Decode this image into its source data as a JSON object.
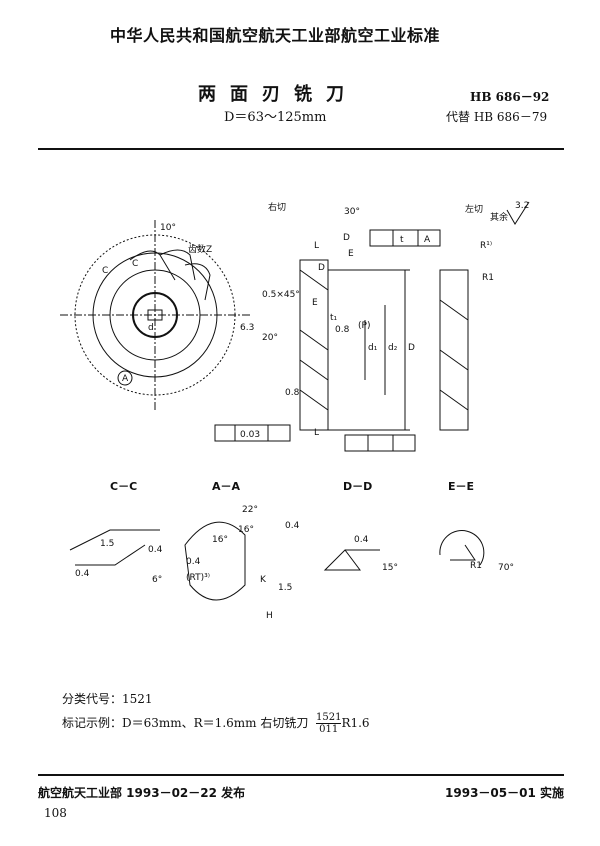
{
  "header": {
    "organization": "中华人民共和国航空航天工业部航空工业标准",
    "title": "两面刃铣刀",
    "subtitle": "D＝63～125mm",
    "standard_no": "HB 686－92",
    "replaces": "代替 HB 686－79"
  },
  "drawing": {
    "right_cut": "右切",
    "left_cut": "左切",
    "roughness_other": "其余",
    "roughness_other_value": "3.2",
    "teeth_label": "齿数Z",
    "labels": [
      "10°",
      "C",
      "C",
      "A",
      "30°",
      "D",
      "D",
      "E",
      "E",
      "R¹⁾",
      "R1",
      "0.5×45°",
      "20°",
      "6.3",
      "0.8",
      "0.8",
      "d",
      "d₁",
      "d₂",
      "D",
      "L",
      "L",
      "(P)",
      "t₁",
      "t",
      "A",
      "0.03"
    ],
    "sections": [
      "C－C",
      "A－A",
      "D－D",
      "E－E"
    ],
    "section_labels": [
      "1.5",
      "0.4",
      "0.4",
      "6°",
      "22°",
      "16°",
      "16°",
      "0.4",
      "0.4",
      "(RT)³⁾",
      "K",
      "1.5",
      "H",
      "0.4",
      "15°",
      "R1",
      "70°"
    ]
  },
  "notes": {
    "classification": "分类代号：1521",
    "example_prefix": "标记示例：D＝63mm、R＝1.6mm 右切铣刀",
    "example_num": "1521",
    "example_den": "011",
    "example_suffix": "R1.6"
  },
  "footer": {
    "issuer": "航空航天工业部 1993－02－22 发布",
    "effective": "1993－05－01 实施",
    "page": "108"
  }
}
